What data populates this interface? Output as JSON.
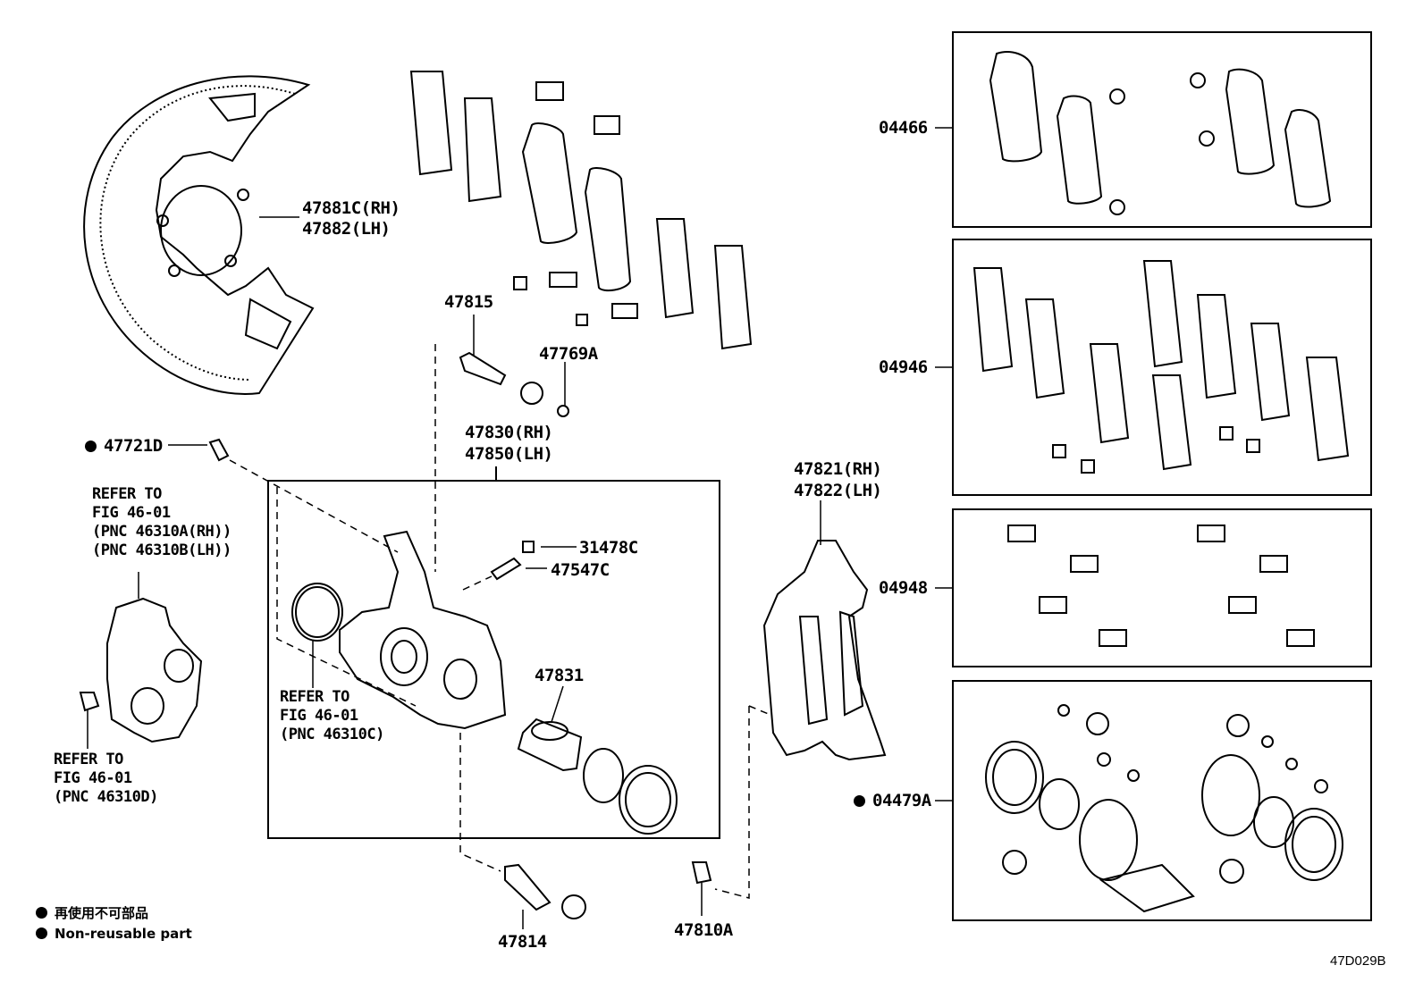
{
  "parts": {
    "shield": [
      "47881C(RH)",
      "47882(LH)"
    ],
    "p47815": "47815",
    "p47769a": "47769A",
    "caliper": [
      "47830(RH)",
      "47850(LH)"
    ],
    "p47721d": "47721D",
    "p31478c": "31478C",
    "p47547c": "47547C",
    "p47831": "47831",
    "mounting": [
      "47821(RH)",
      "47822(LH)"
    ],
    "p47814": "47814",
    "p47810a": "47810A",
    "kit04466": "04466",
    "kit04946": "04946",
    "kit04948": "04948",
    "kit04479a": "04479A"
  },
  "references": {
    "ref_a": [
      "REFER TO",
      "FIG 46-01",
      "(PNC 46310A(RH))",
      "(PNC 46310B(LH))"
    ],
    "ref_c": [
      "REFER TO",
      "FIG 46-01",
      "(PNC 46310C)"
    ],
    "ref_d": [
      "REFER TO",
      "FIG 46-01",
      "(PNC 46310D)"
    ]
  },
  "legend": {
    "jp": "再使用不可部品",
    "en": "Non-reusable part"
  },
  "figure_code": "47D029B"
}
